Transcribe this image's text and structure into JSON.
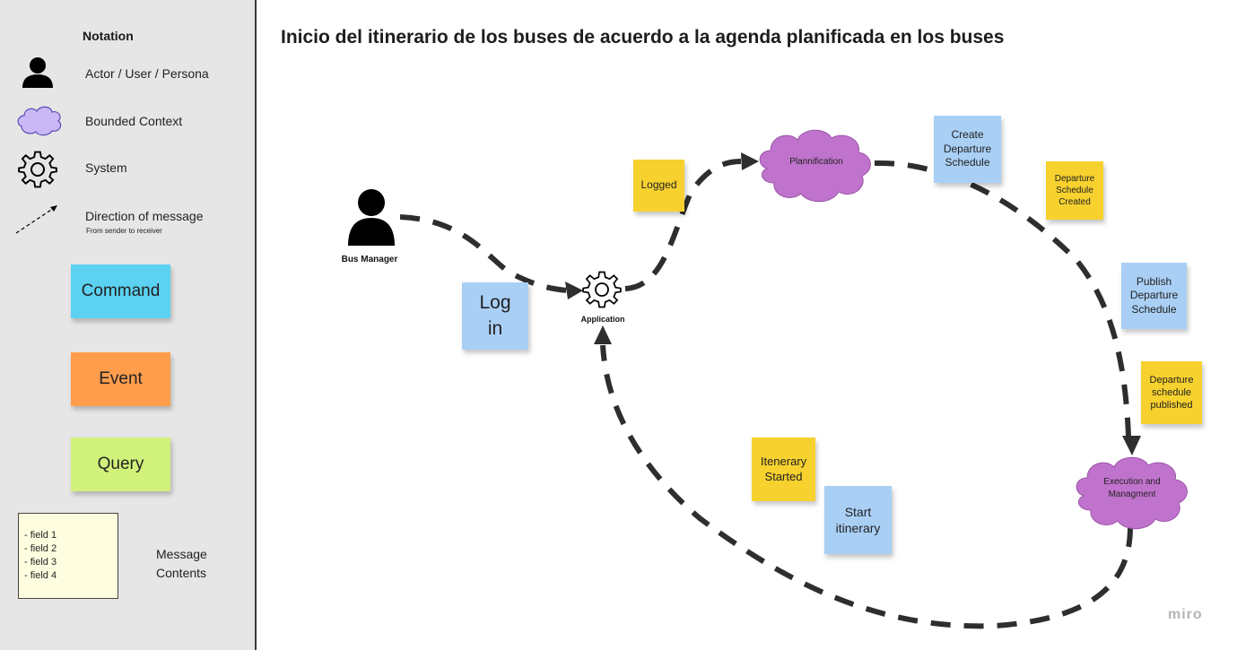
{
  "notation": {
    "title": "Notation",
    "actor_label": "Actor / User / Persona",
    "bounded_context_label": "Bounded Context",
    "system_label": "System",
    "direction_label": "Direction of message",
    "direction_sub": "From sender to receiver",
    "command_label": "Command",
    "event_label": "Event",
    "query_label": "Query",
    "fields": [
      "- field 1",
      "- field 2",
      "- field 3",
      "- field 4"
    ],
    "message_contents_line1": "Message",
    "message_contents_line2": "Contents"
  },
  "colors": {
    "command": "#5bd2f2",
    "event": "#ff9d4d",
    "query": "#d1f27a",
    "message": "#fffde0",
    "bounded_context": "#c073cc",
    "blue_sticky": "#a9cff5",
    "yellow_sticky": "#f7d12e"
  },
  "diagram": {
    "title": "Inicio del itinerario de los buses de acuerdo a la agenda planificada en los buses",
    "actor": "Bus Manager",
    "system": "Application",
    "contexts": {
      "plannification": "Plannification",
      "execution_line1": "Execution and",
      "execution_line2": "Managment"
    },
    "stickies": {
      "login_line1": "Log",
      "login_line2": "in",
      "logged": "Logged",
      "create_line1": "Create",
      "create_line2": "Departure",
      "create_line3": "Schedule",
      "created_line1": "Departure",
      "created_line2": "Schedule",
      "created_line3": "Created",
      "publish_line1": "Publish",
      "publish_line2": "Departure",
      "publish_line3": "Schedule",
      "published_line1": "Departure",
      "published_line2": "schedule",
      "published_line3": "published",
      "started_line1": "Itenerary",
      "started_line2": "Started",
      "start_line1": "Start",
      "start_line2": "itinerary"
    }
  },
  "watermark": "miro"
}
